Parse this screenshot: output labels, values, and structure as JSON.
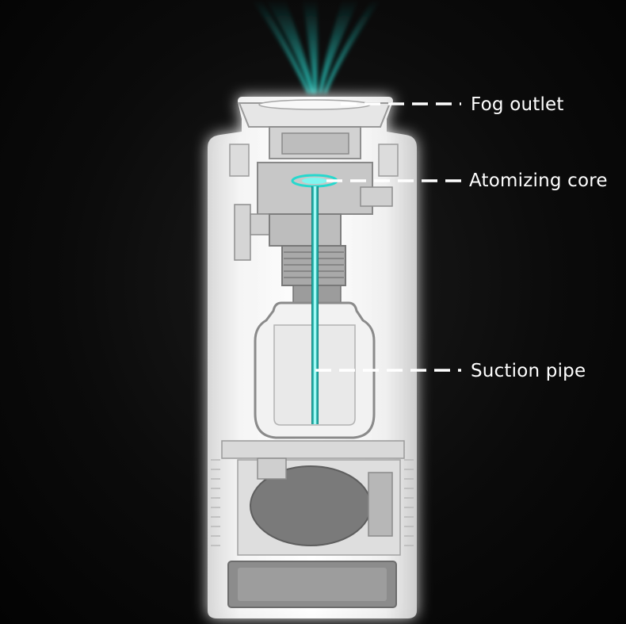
{
  "labels": {
    "fog_outlet": "Fog outlet",
    "atomizing_core": "Atomizing core",
    "suction_pipe": "Suction pipe"
  },
  "colors": {
    "background": "#050505",
    "mist": "#1fc9c0",
    "label_text": "#ffffff",
    "leader_line": "#ffffff"
  }
}
